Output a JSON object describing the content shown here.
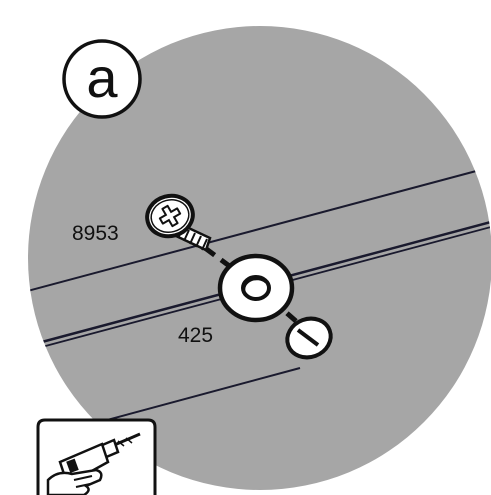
{
  "step": {
    "letter": "a"
  },
  "parts": [
    {
      "id": "screw",
      "label": "8953"
    },
    {
      "id": "washer",
      "label": "425"
    }
  ],
  "tool": {
    "icon": "power-drill-icon"
  },
  "colors": {
    "disc": "#a6a6a6",
    "outline": "#1a1a2e",
    "part_fill": "#ffffff"
  }
}
